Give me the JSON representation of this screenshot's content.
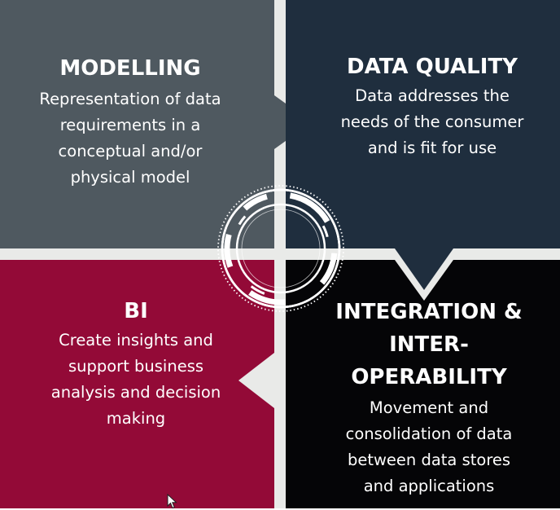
{
  "colors": {
    "modelling": "#4f5960",
    "data_quality": "#1f2e3e",
    "bi": "#930a37",
    "integration": "#050507",
    "divider": "#e9eae8",
    "emblem": "#ffffff"
  },
  "quadrants": {
    "modelling": {
      "title": "MODELLING",
      "lines": [
        "Representation of data",
        "requirements in a",
        "conceptual and/or",
        "physical model"
      ]
    },
    "data_quality": {
      "title": "DATA QUALITY",
      "lines": [
        "Data addresses the",
        "needs of the consumer",
        "and is fit for use"
      ]
    },
    "bi": {
      "title": "BI",
      "lines": [
        "Create insights and",
        "support business",
        "analysis and decision",
        "making"
      ]
    },
    "integration": {
      "title_lines": [
        "INTEGRATION &",
        "INTER-",
        "OPERABILITY"
      ],
      "lines": [
        "Movement and",
        "consolidation of data",
        "between data stores",
        "and applications"
      ]
    }
  },
  "icons": {
    "center": "tech-circle-emblem-icon",
    "cursor": "mouse-pointer-icon"
  }
}
